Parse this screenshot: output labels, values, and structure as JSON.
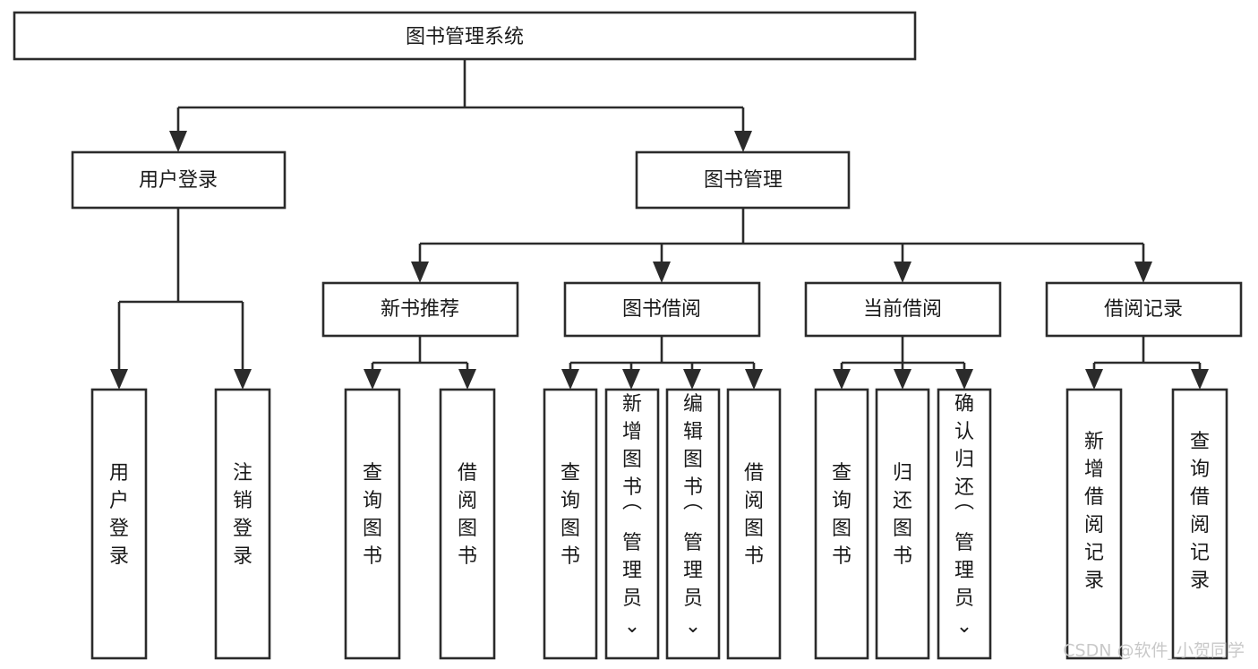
{
  "diagram": {
    "title": "图书管理系统",
    "type": "tree-hierarchy-diagram",
    "root": {
      "id": "root",
      "label": "图书管理系统"
    },
    "level2": [
      {
        "id": "user-login",
        "label": "用户登录"
      },
      {
        "id": "book-manage",
        "label": "图书管理"
      }
    ],
    "level3": [
      {
        "id": "new-book-recommend",
        "label": "新书推荐",
        "parent": "book-manage"
      },
      {
        "id": "book-borrow",
        "label": "图书借阅",
        "parent": "book-manage"
      },
      {
        "id": "current-borrow",
        "label": "当前借阅",
        "parent": "book-manage"
      },
      {
        "id": "borrow-record",
        "label": "借阅记录",
        "parent": "book-manage"
      }
    ],
    "leaves": [
      {
        "id": "leaf-user-login",
        "label": "用户登录",
        "parent": "user-login"
      },
      {
        "id": "leaf-logout",
        "label": "注销登录",
        "parent": "user-login"
      },
      {
        "id": "leaf-query-book-1",
        "label": "查询图书",
        "parent": "new-book-recommend"
      },
      {
        "id": "leaf-borrow-book-1",
        "label": "借阅图书",
        "parent": "new-book-recommend"
      },
      {
        "id": "leaf-query-book-2",
        "label": "查询图书",
        "parent": "book-borrow"
      },
      {
        "id": "leaf-add-book",
        "label": "新增图书（管理员）",
        "parent": "book-borrow"
      },
      {
        "id": "leaf-edit-book",
        "label": "编辑图书（管理员）",
        "parent": "book-borrow"
      },
      {
        "id": "leaf-borrow-book-2",
        "label": "借阅图书",
        "parent": "book-borrow"
      },
      {
        "id": "leaf-query-book-3",
        "label": "查询图书",
        "parent": "current-borrow"
      },
      {
        "id": "leaf-return-book",
        "label": "归还图书",
        "parent": "current-borrow"
      },
      {
        "id": "leaf-confirm-return",
        "label": "确认归还（管理员）",
        "parent": "current-borrow"
      },
      {
        "id": "leaf-add-record",
        "label": "新增借阅记录",
        "parent": "borrow-record"
      },
      {
        "id": "leaf-query-record",
        "label": "查询借阅记录",
        "parent": "borrow-record"
      }
    ],
    "colors": {
      "box_stroke": "#2b2b2b",
      "box_fill": "#ffffff",
      "text": "#1a1a1a",
      "background": "#ffffff",
      "watermark": "#c9c9c9"
    }
  },
  "watermark": {
    "text": "CSDN @软件_小贺同学"
  }
}
